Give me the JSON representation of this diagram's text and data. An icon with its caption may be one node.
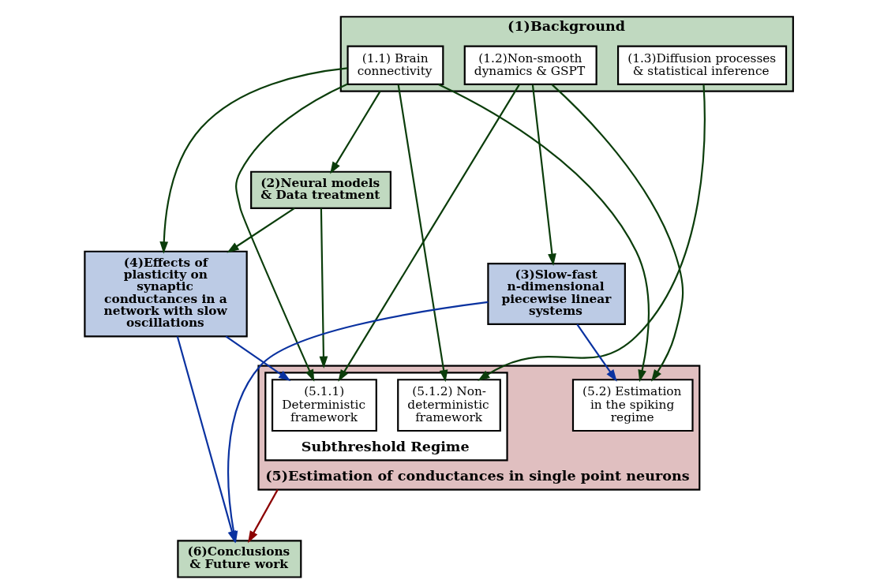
{
  "diagram": {
    "nodes": [
      {
        "text": [
          "(1)Background"
        ]
      },
      {
        "text": [
          "(1.1) Brain connectivity"
        ],
        "in": 0
      },
      {
        "text": [
          "(1.2)Non-smooth dynamics & GSPT"
        ],
        "in": 0
      },
      {
        "text": [
          "(1.3)Diffusion processes & statistical inference"
        ],
        "in": 0
      },
      {
        "text": [
          "(2)Neural models & Data treatment"
        ]
      },
      {
        "text": [
          "(3)Slow-fast n-dimensional piecewise linear systems"
        ]
      },
      {
        "text": [
          "(4)Effects of plasticity on synaptic conductances in a network with slow oscillations"
        ]
      },
      {
        "text": [
          "(5)Estimation of conductances in single point neurons"
        ]
      },
      {
        "text": [
          "Subthreshold Regime"
        ],
        "in": 7
      },
      {
        "text": [
          "(5.1.1) Deterministic framework"
        ],
        "in": 8
      },
      {
        "text": [
          "(5.1.2) Non-deterministic framework"
        ],
        "in": 8
      },
      {
        "text": [
          "(5.2) Estimation in the spiking regime"
        ],
        "in": 7
      },
      {
        "text": [
          "(6)Conclusions & Future work"
        ]
      }
    ],
    "edges": [
      {
        "from": 0,
        "to": 4,
        "arrow": "to"
      },
      {
        "from": 4,
        "to": 6,
        "arrow": "to"
      },
      {
        "from": 4,
        "to": 7,
        "arrow": "to"
      },
      {
        "from": 1,
        "to": 6,
        "arrow": "to"
      },
      {
        "from": 1,
        "to": 9,
        "arrow": "to"
      },
      {
        "from": 1,
        "to": 10,
        "arrow": "to"
      },
      {
        "from": 1,
        "to": 11,
        "arrow": "to"
      },
      {
        "from": 2,
        "to": 9,
        "arrow": "to"
      },
      {
        "from": 2,
        "to": 11,
        "arrow": "to"
      },
      {
        "from": 2,
        "to": 5,
        "arrow": "to"
      },
      {
        "from": 3,
        "to": 10,
        "arrow": "to"
      },
      {
        "from": 5,
        "to": 11,
        "arrow": "to",
        "color": "#0a32a0"
      },
      {
        "from": 5,
        "to": 12,
        "arrow": "to",
        "color": "#0a32a0"
      },
      {
        "from": 6,
        "to": 9,
        "arrow": "to",
        "color": "#0a32a0"
      },
      {
        "from": 6,
        "to": 12,
        "arrow": "to",
        "color": "#0a32a0"
      },
      {
        "from": 7,
        "to": 12,
        "arrow": "to",
        "color": "#8b0000"
      }
    ]
  }
}
